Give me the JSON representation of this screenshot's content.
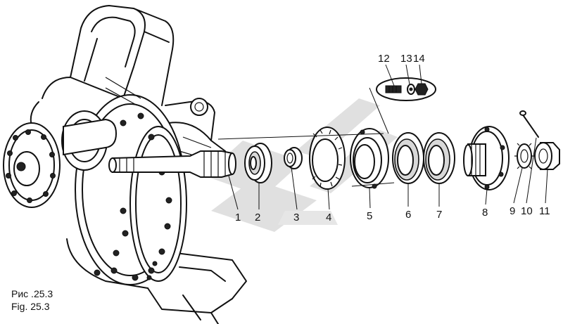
{
  "caption": {
    "ru": "Рис .25.3",
    "en": "Fig. 25.3"
  },
  "callouts": [
    "1",
    "2",
    "3",
    "4",
    "5",
    "6",
    "7",
    "8",
    "9",
    "10",
    "11",
    "12",
    "13",
    "14"
  ],
  "colors": {
    "ink": "#111111",
    "watermark": "#c8c8c8"
  }
}
